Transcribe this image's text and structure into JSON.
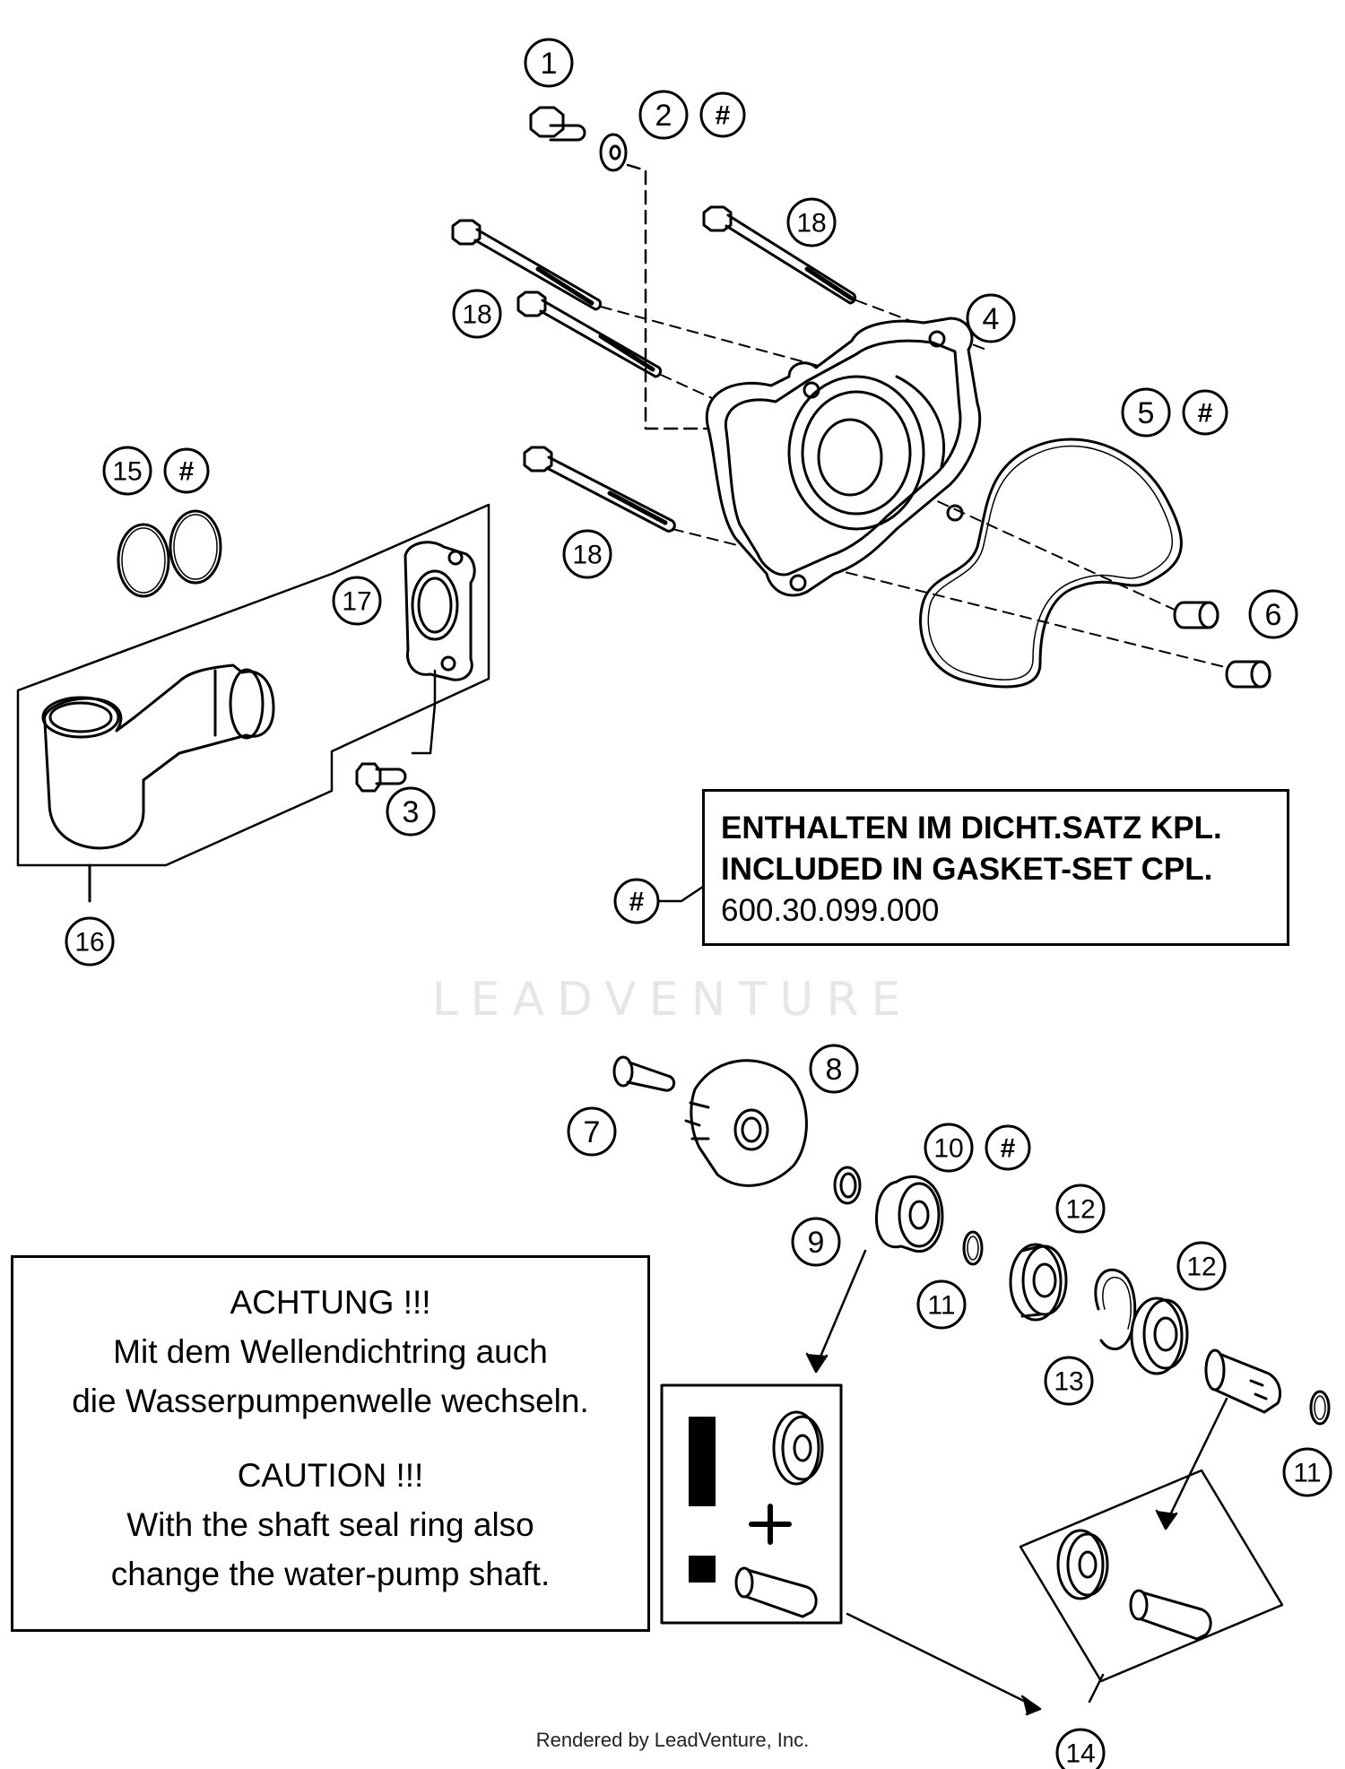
{
  "watermark": "LEADVENTURE",
  "footer": "Rendered by LeadVenture, Inc.",
  "gasket_note": {
    "line1": "ENTHALTEN IM DICHT.SATZ KPL.",
    "line2": "INCLUDED IN GASKET-SET CPL.",
    "part_number": "600.30.099.000",
    "symbol": "#"
  },
  "warning_note": {
    "de_title": "ACHTUNG !!!",
    "de_line1": "Mit dem Wellendichtring auch",
    "de_line2": "die Wasserpumpenwelle wechseln.",
    "en_title": "CAUTION !!!",
    "en_line1": "With the shaft seal ring also",
    "en_line2": "change the water-pump shaft."
  },
  "warning_inset": {
    "exclamation": "!",
    "plus": "+"
  },
  "callouts": [
    {
      "id": "c1",
      "label": "1"
    },
    {
      "id": "c2",
      "label": "2",
      "gasket_set": true
    },
    {
      "id": "c18a",
      "label": "18"
    },
    {
      "id": "c18b",
      "label": "18"
    },
    {
      "id": "c4",
      "label": "4"
    },
    {
      "id": "c5",
      "label": "5",
      "gasket_set": true
    },
    {
      "id": "c15",
      "label": "15",
      "gasket_set": true
    },
    {
      "id": "c17",
      "label": "17"
    },
    {
      "id": "c18c",
      "label": "18"
    },
    {
      "id": "c6",
      "label": "6"
    },
    {
      "id": "c3",
      "label": "3"
    },
    {
      "id": "c16",
      "label": "16"
    },
    {
      "id": "c8",
      "label": "8"
    },
    {
      "id": "c7",
      "label": "7"
    },
    {
      "id": "c10",
      "label": "10",
      "gasket_set": true
    },
    {
      "id": "c9",
      "label": "9"
    },
    {
      "id": "c12a",
      "label": "12"
    },
    {
      "id": "c11a",
      "label": "11"
    },
    {
      "id": "c12b",
      "label": "12"
    },
    {
      "id": "c13",
      "label": "13"
    },
    {
      "id": "c11b",
      "label": "11"
    },
    {
      "id": "c14",
      "label": "14"
    }
  ],
  "colors": {
    "ink": "#000000",
    "paper": "#ffffff",
    "watermark": "#e6e6e6"
  }
}
